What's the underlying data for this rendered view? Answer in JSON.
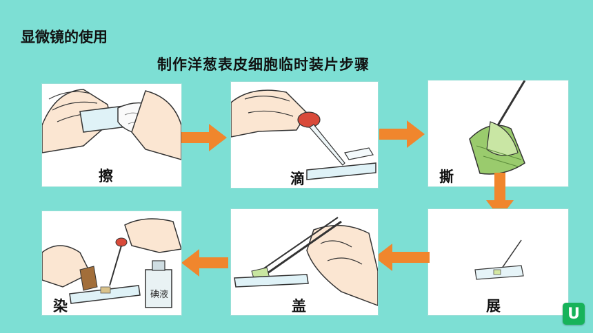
{
  "slide": {
    "title": "显微镜的使用",
    "subtitle": "制作洋葱表皮细胞临时装片步骤"
  },
  "steps": [
    {
      "label": "擦",
      "icon": "wiping-slide-illustration"
    },
    {
      "label": "滴",
      "icon": "dropper-illustration"
    },
    {
      "label": "撕",
      "icon": "tearing-epidermis-illustration"
    },
    {
      "label": "展",
      "icon": "spreading-specimen-illustration"
    },
    {
      "label": "盖",
      "icon": "cover-slip-illustration"
    },
    {
      "label": "染",
      "icon": "staining-illustration"
    }
  ],
  "reagent_bottle_text": "碘液",
  "colors": {
    "background": "#7ddfd4",
    "arrow": "#f0862d",
    "corner_button": "#17b35a"
  },
  "corner_button_icon": "u-turn-icon"
}
